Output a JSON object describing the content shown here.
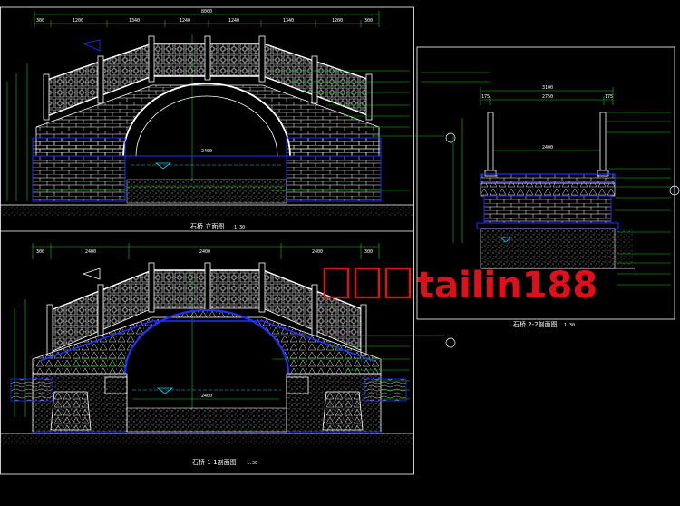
{
  "colors": {
    "background": "#000000",
    "line": "#ffffff",
    "green": "#19c419",
    "blue": "#2030ff",
    "yellow": "#e8e800",
    "cyan": "#20c8e8",
    "watermark": "#e0101a"
  },
  "top_elevation": {
    "overall_dim": "8000",
    "segment_dims": [
      "300",
      "1200",
      "1340",
      "1240",
      "1240",
      "1340",
      "1200",
      "300"
    ],
    "arch_dim": "2400",
    "title": "石桥 立面图",
    "scale": "1:30"
  },
  "bottom_section": {
    "segment_dims": [
      "300",
      "2400",
      "2400",
      "2400",
      "300"
    ],
    "arch_dim": "2400",
    "title": "石桥 1-1剖面图",
    "scale": "1:30"
  },
  "right_section": {
    "width_total": "3100",
    "width_inner": "2750",
    "side_dim": "175",
    "deck_width": "2400",
    "title": "石桥 2-2剖面图",
    "scale": "1:30"
  },
  "watermark": {
    "text": "tailin188"
  }
}
